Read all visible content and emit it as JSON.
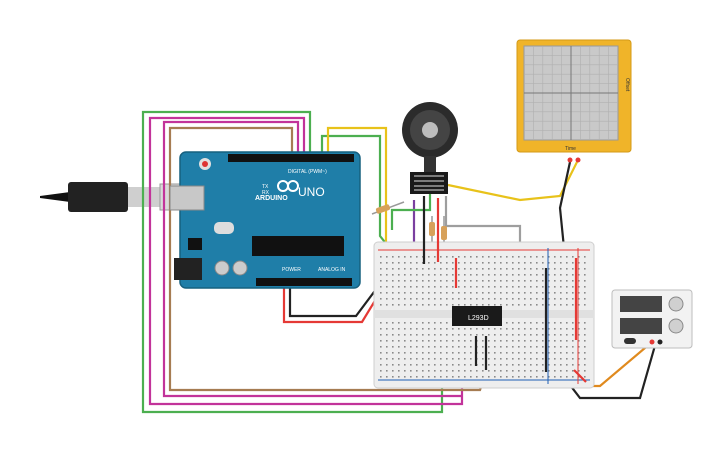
{
  "canvas": {
    "background": "#ffffff"
  },
  "arduino": {
    "logo_text": "ARDUINO",
    "model_text": "UNO",
    "digital_label": "DIGITAL (PWM~)",
    "power_label": "POWER",
    "analog_label": "ANALOG IN",
    "tx_label": "TX",
    "rx_label": "RX",
    "board_color": "#1f7ea8"
  },
  "oscilloscope": {
    "side_label": "Offset",
    "probe_label": "Time",
    "frame_color": "#f0b429",
    "screen_color": "#c9c9c9"
  },
  "breadboard": {
    "chip_label": "L293D",
    "color": "#eeeeee"
  },
  "motor": {
    "name": "dc-motor-encoder"
  },
  "power_supply": {
    "color": "#f2f2f2"
  },
  "wire_colors": {
    "green": "#4caf50",
    "magenta": "#c2339a",
    "brown": "#a67c52",
    "yellow": "#e8c21a",
    "red": "#e53935",
    "black": "#222222",
    "gray": "#9e9e9e",
    "purple": "#7b3fa0",
    "orange": "#e08a1e"
  }
}
